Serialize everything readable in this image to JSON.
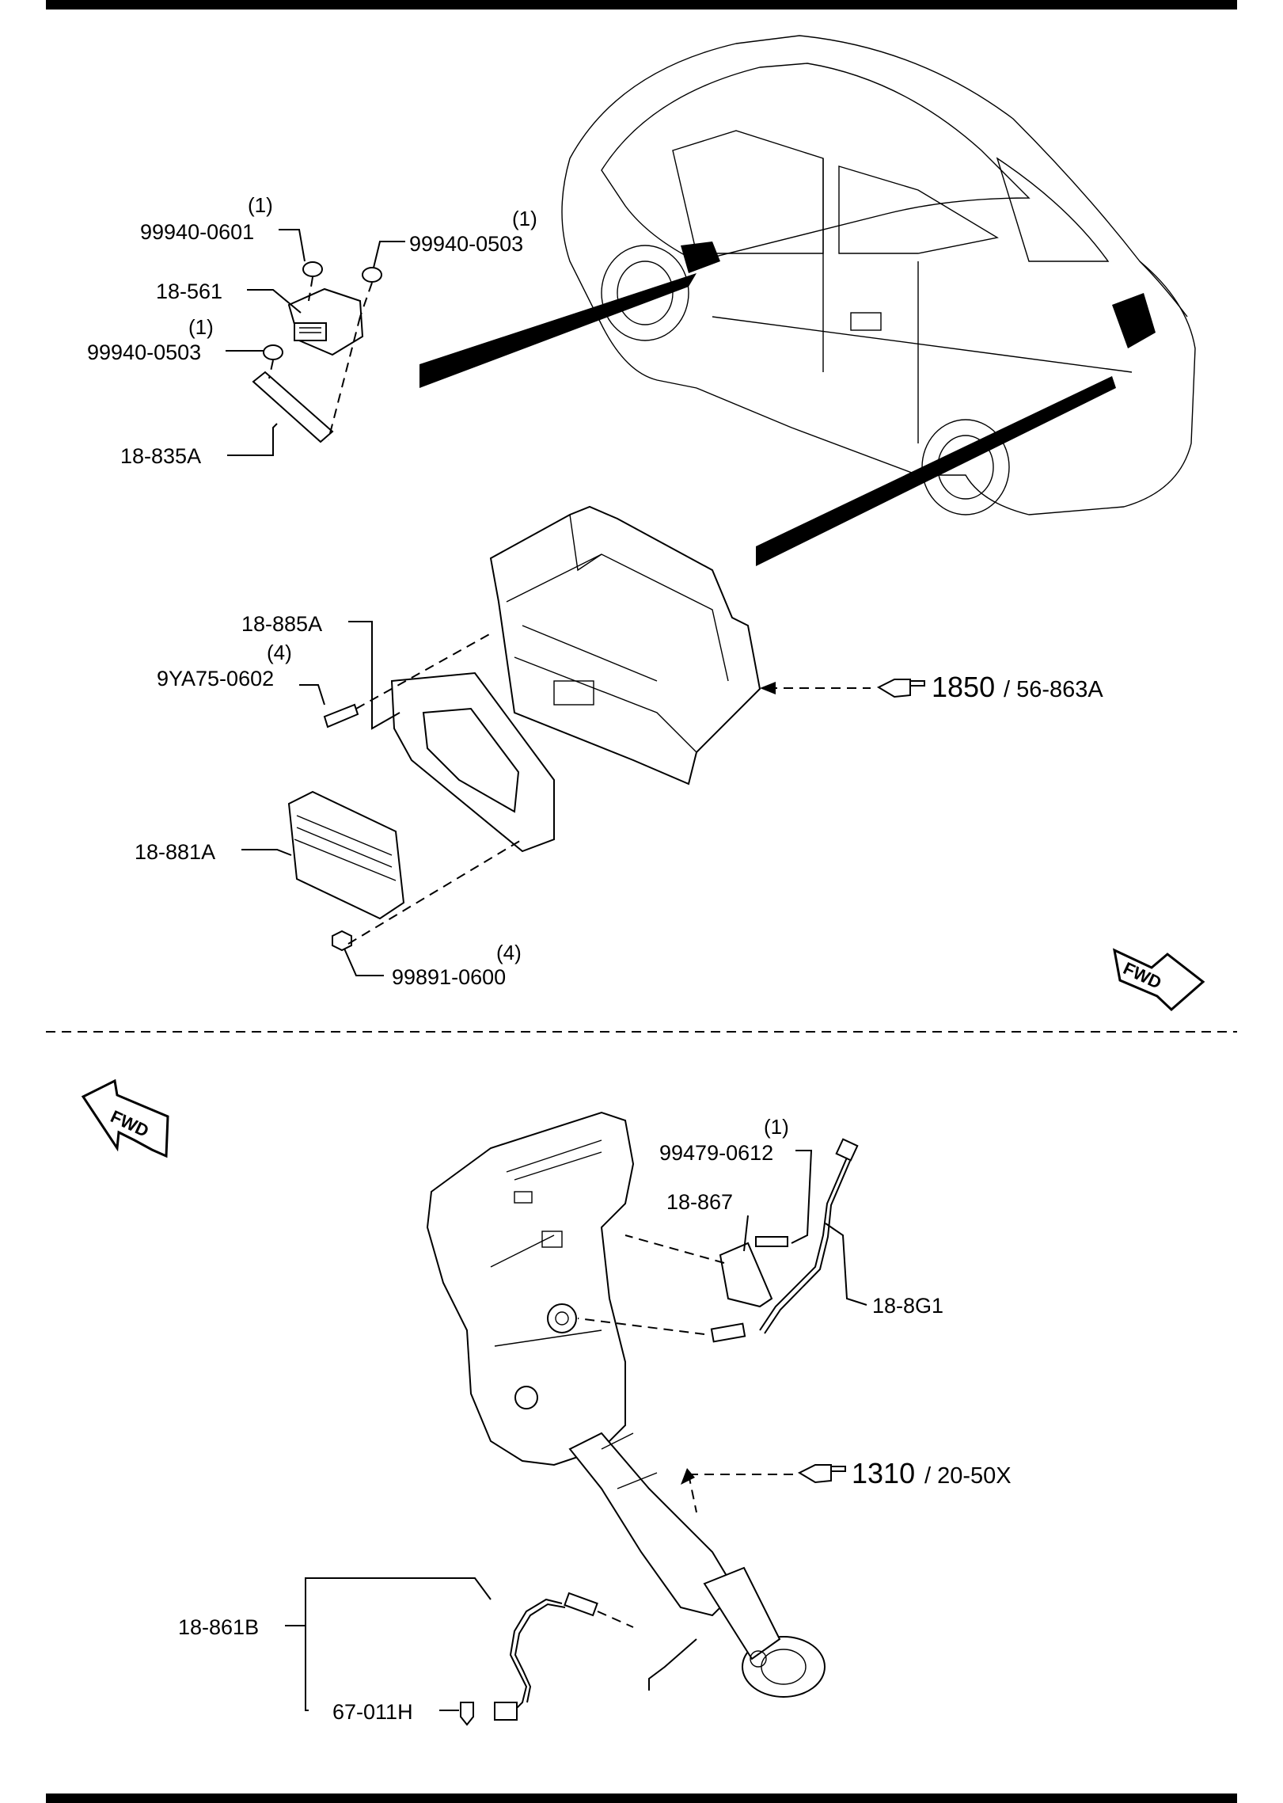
{
  "upper": {
    "labels": {
      "p99940_0601": "99940-0601",
      "p99940_0601_qty": "(1)",
      "p99940_0503_a": "99940-0503",
      "p99940_0503_a_qty": "(1)",
      "p18_561": "18-561",
      "p99940_0503_b": "99940-0503",
      "p99940_0503_b_qty": "(1)",
      "p18_835A": "18-835A",
      "p18_885A": "18-885A",
      "p9YA75_0602": "9YA75-0602",
      "p9YA75_0602_qty": "(4)",
      "p18_881A": "18-881A",
      "p99891_0600": "99891-0600",
      "p99891_0600_qty": "(4)"
    },
    "ref": {
      "number": "1850",
      "sub": "/ 56-863A"
    },
    "fwd_label": "FWD"
  },
  "lower": {
    "labels": {
      "p99479_0612": "99479-0612",
      "p99479_0612_qty": "(1)",
      "p18_867": "18-867",
      "p18_8G1": "18-8G1",
      "p18_861B": "18-861B",
      "p67_011H": "67-011H"
    },
    "ref": {
      "number": "1310",
      "sub": "/ 20-50X"
    },
    "fwd_label": "FWD"
  }
}
